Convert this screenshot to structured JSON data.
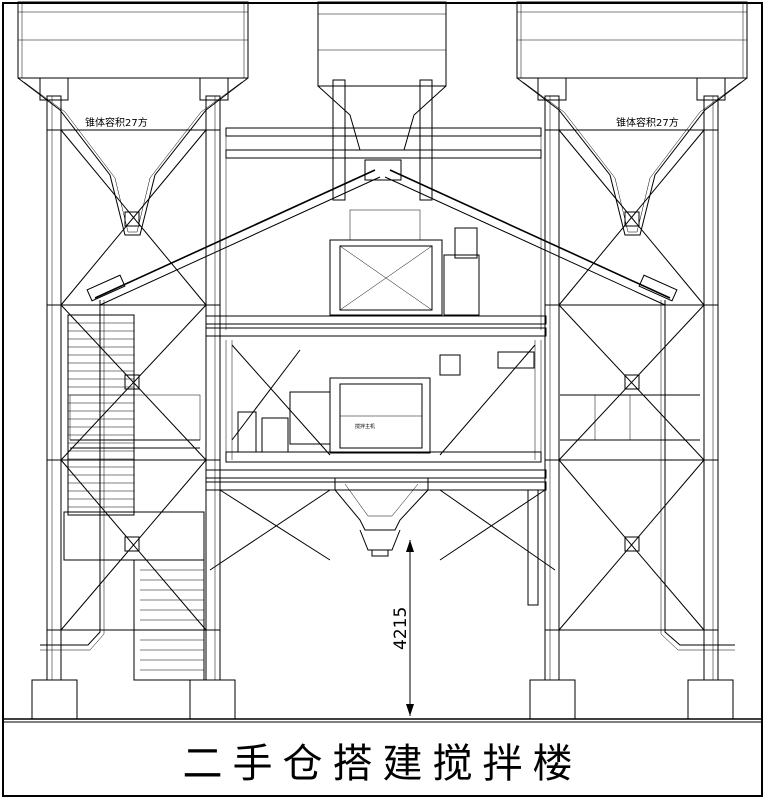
{
  "title": "二手仓搭建搅拌楼",
  "silo_volume_left": "锥体容积27方",
  "silo_volume_right": "锥体容积27方",
  "dimension_height": "4215",
  "labels": {
    "platform_top": "",
    "mixer_label": "搅拌主机",
    "box_label_1": "",
    "box_label_2": "",
    "box_label_3": ""
  }
}
